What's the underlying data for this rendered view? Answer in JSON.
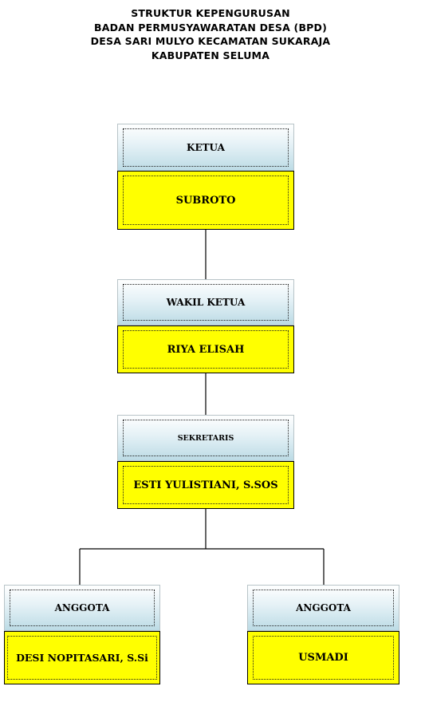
{
  "title": {
    "lines": [
      "STRUKTUR KEPENGURUSAN",
      "BADAN PERMUSYAWARATAN DESA (BPD)",
      "DESA SARI MULYO KECAMATAN SUKARAJA",
      "KABUPATEN SELUMA"
    ]
  },
  "nodes": {
    "ketua": {
      "role": "KETUA",
      "name": "SUBROTO"
    },
    "wakil_ketua": {
      "role": "WAKIL KETUA",
      "name": "RIYA ELISAH"
    },
    "sekretaris": {
      "role": "SEKRETARIS",
      "name": "ESTI YULISTIANI, S.SOS"
    },
    "anggota_1": {
      "role": "ANGGOTA",
      "name": "DESI NOPITASARI, S.Si"
    },
    "anggota_2": {
      "role": "ANGGOTA",
      "name": "USMADI"
    }
  },
  "colors": {
    "name_box": "#ffff00",
    "role_box_top": "#ffffff",
    "role_box_bottom": "#bcdbe5",
    "connector": "#000000"
  }
}
